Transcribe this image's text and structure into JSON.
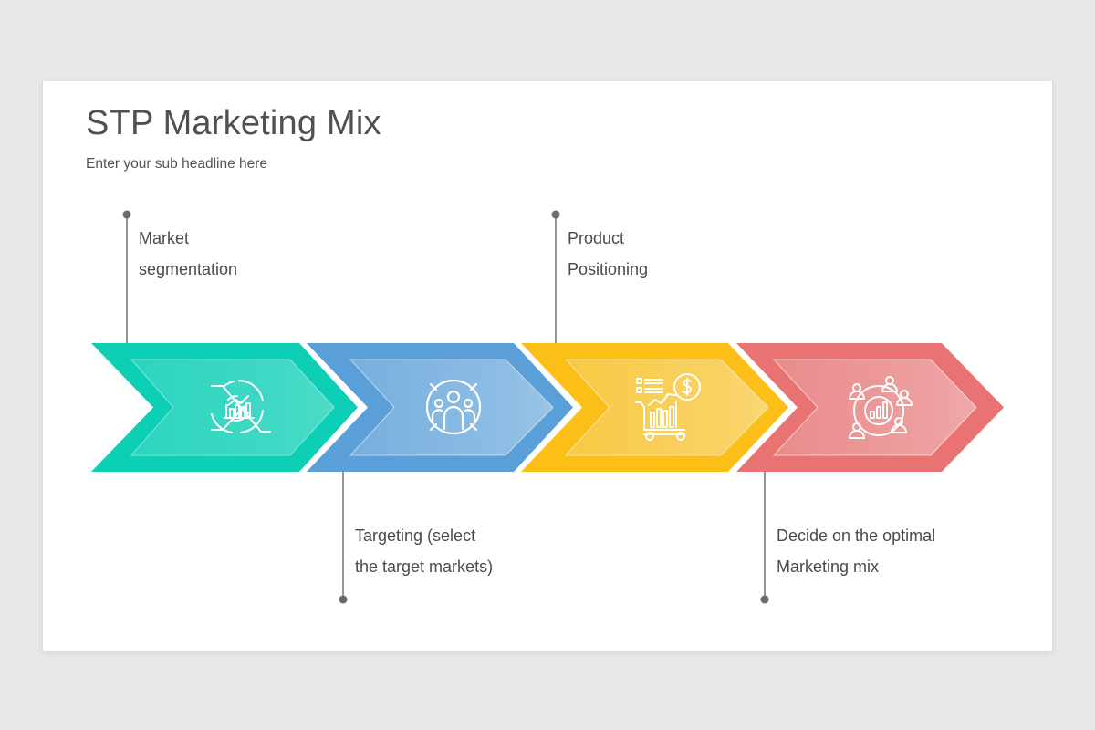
{
  "slide": {
    "title": "STP Marketing Mix",
    "subtitle": "Enter your sub headline here"
  },
  "steps": [
    {
      "id": "segmentation",
      "color": "#0ccfb6",
      "inner_color": "#45d9c6",
      "icon": "chart-target-icon",
      "callout_position": "top",
      "label_lines": [
        "Market",
        "segmentation"
      ]
    },
    {
      "id": "targeting",
      "color": "#5b9fd8",
      "inner_color": "#7fb4e2",
      "icon": "group-target-icon",
      "callout_position": "bottom",
      "label_lines": [
        "Targeting (select",
        "the target markets)"
      ]
    },
    {
      "id": "positioning",
      "color": "#fbbf18",
      "inner_color": "#f5cc52",
      "icon": "cart-dollar-icon",
      "callout_position": "top",
      "label_lines": [
        "Product",
        "Positioning"
      ]
    },
    {
      "id": "marketing-mix",
      "color": "#e97373",
      "inner_color": "#e99191",
      "icon": "network-chart-icon",
      "callout_position": "bottom",
      "label_lines": [
        "Decide on the optimal",
        "Marketing mix"
      ]
    }
  ],
  "colors": {
    "background": "#e9e7e8",
    "slide": "#ffffff",
    "text": "#4a4a4a",
    "connector": "#6b6b6b"
  }
}
